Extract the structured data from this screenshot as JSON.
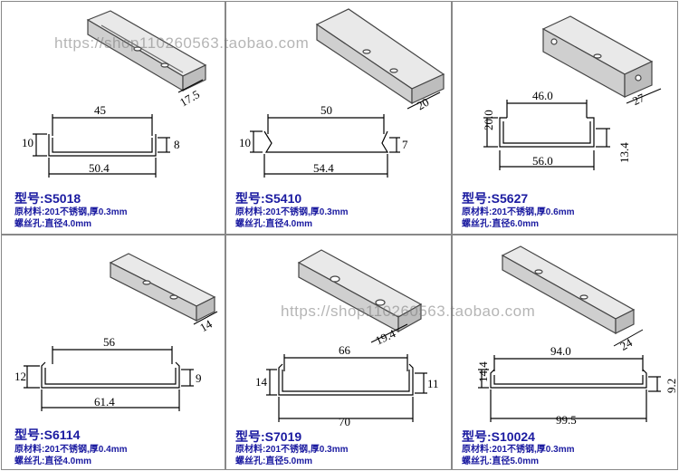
{
  "watermark": "https://shop110260563.taobao.com",
  "products": [
    {
      "model_label": "型号:",
      "model": "S5018",
      "material": "原材料:201不锈钢,厚0.3mm",
      "hole": "螺丝孔:直径4.0mm",
      "d_top": "45",
      "d_bottom": "50.4",
      "d_left": "10",
      "d_right": "8",
      "d_iso": "17.5"
    },
    {
      "model_label": "型号:",
      "model": "S5410",
      "material": "原材料:201不锈钢,厚0.3mm",
      "hole": "螺丝孔:直径4.0mm",
      "d_top": "50",
      "d_bottom": "54.4",
      "d_left": "10",
      "d_right": "7",
      "d_iso": "20"
    },
    {
      "model_label": "型号:",
      "model": "S5627",
      "material": "原材料:201不锈钢,厚0.6mm",
      "hole": "螺丝孔:直径6.0mm",
      "d_top": "46.0",
      "d_bottom": "56.0",
      "d_left": "20.0",
      "d_right": "13.4",
      "d_iso": "27"
    },
    {
      "model_label": "型号:",
      "model": "S6114",
      "material": "原材料:201不锈钢,厚0.4mm",
      "hole": "螺丝孔:直径4.0mm",
      "d_top": "56",
      "d_bottom": "61.4",
      "d_left": "12",
      "d_right": "9",
      "d_iso": "14"
    },
    {
      "model_label": "型号:",
      "model": "S7019",
      "material": "原材料:201不锈钢,厚0.3mm",
      "hole": "螺丝孔:直径5.0mm",
      "d_top": "66",
      "d_bottom": "70",
      "d_left": "14",
      "d_right": "11",
      "d_iso": "19.4"
    },
    {
      "model_label": "型号:",
      "model": "S10024",
      "material": "原材料:201不锈钢,厚0.3mm",
      "hole": "螺丝孔:直径5.0mm",
      "d_top": "94.0",
      "d_bottom": "99.5",
      "d_left": "14.4",
      "d_right": "9.2",
      "d_iso": "24"
    }
  ]
}
